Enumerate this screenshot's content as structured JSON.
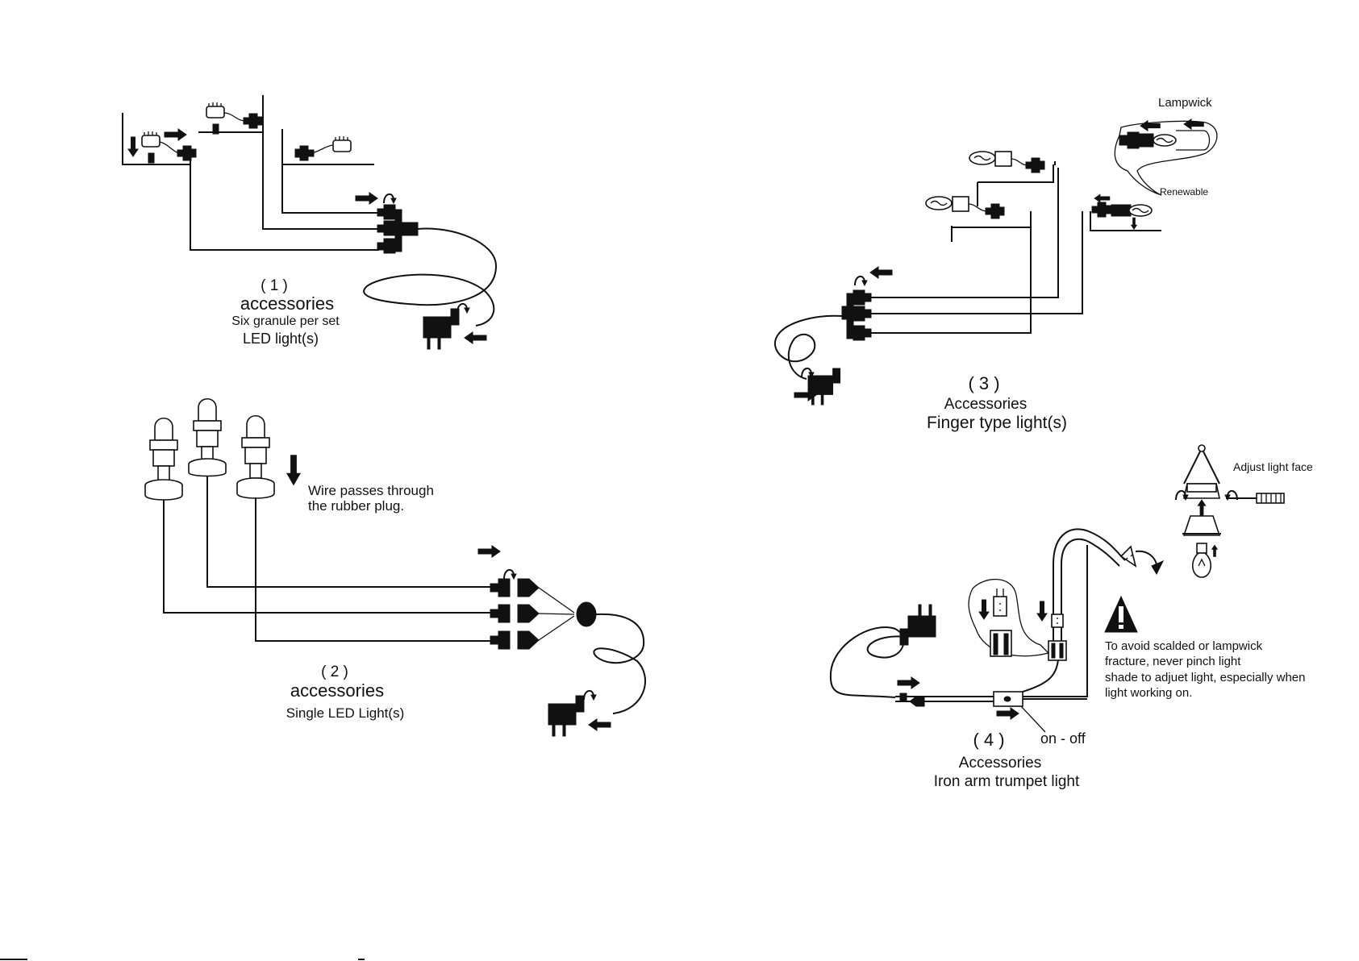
{
  "panel1": {
    "number": "( 1 )",
    "title": "accessories",
    "line1": "Six granule per set",
    "line2": "LED light(s)"
  },
  "panel2": {
    "number": "( 2 )",
    "title": "accessories",
    "line1": "Single LED Light(s)",
    "note_line1": "Wire passes through",
    "note_line2": "the rubber plug."
  },
  "panel3": {
    "number": "( 3 )",
    "title": "Accessories",
    "line1": "Finger type light(s)",
    "lampwick_label": "Lampwick",
    "renewable_label": "Renewable"
  },
  "panel4": {
    "number": "( 4 )",
    "title": "Accessories",
    "line1": "Iron arm trumpet light",
    "switch_label": "on - off",
    "adjust_label": "Adjust light face",
    "warning_lines": [
      "To avoid scalded or lampwick",
      "fracture, never pinch light",
      "shade to adjuet light, especially when",
      "light working on."
    ]
  },
  "icons": [
    "arrow-icon",
    "warning-triangle-icon",
    "plug-adapter-icon",
    "connector-icon",
    "screwdriver-icon",
    "bulb-icon"
  ]
}
